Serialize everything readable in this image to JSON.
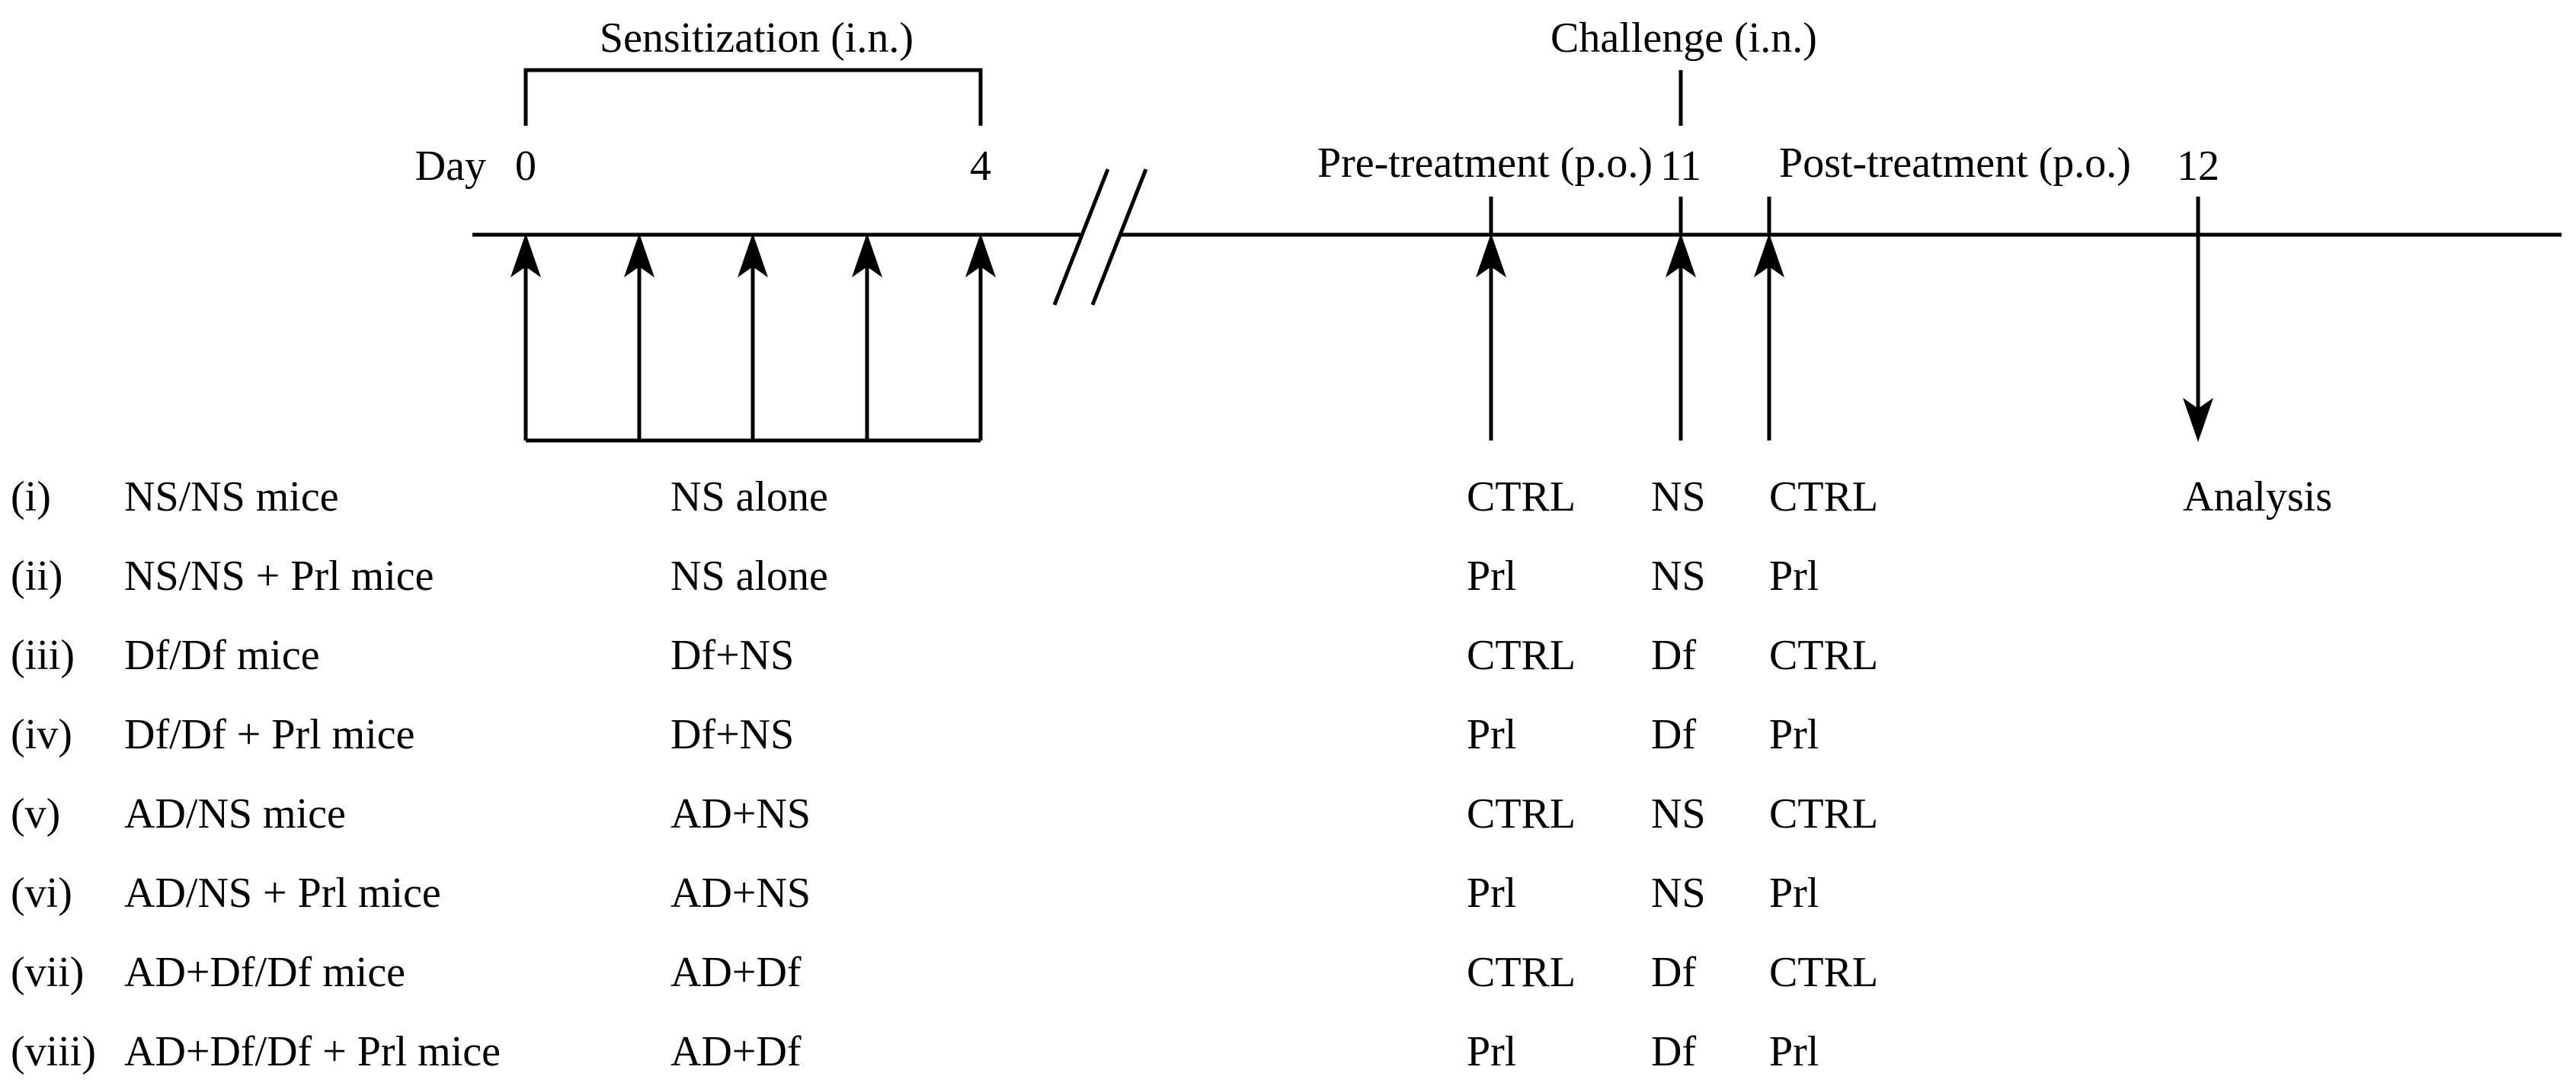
{
  "labels": {
    "sensitization": "Sensitization (i.n.)",
    "challenge": "Challenge (i.n.)",
    "day": "Day",
    "day_0": "0",
    "day_4": "4",
    "day_11": "11",
    "day_12": "12",
    "pretreatment": "Pre-treatment (p.o.)",
    "posttreatment": "Post-treatment (p.o.)",
    "analysis": "Analysis"
  },
  "groups": [
    {
      "id": "(i)",
      "name": "NS/NS mice",
      "sensitization": "NS alone",
      "pre": "CTRL",
      "challenge": "NS",
      "post": "CTRL"
    },
    {
      "id": "(ii)",
      "name": "NS/NS + Prl mice",
      "sensitization": "NS alone",
      "pre": "Prl",
      "challenge": "NS",
      "post": "Prl"
    },
    {
      "id": "(iii)",
      "name": "Df/Df mice",
      "sensitization": "Df+NS",
      "pre": "CTRL",
      "challenge": "Df",
      "post": "CTRL"
    },
    {
      "id": "(iv)",
      "name": "Df/Df + Prl mice",
      "sensitization": "Df+NS",
      "pre": "Prl",
      "challenge": "Df",
      "post": "Prl"
    },
    {
      "id": "(v)",
      "name": "AD/NS mice",
      "sensitization": "AD+NS",
      "pre": "CTRL",
      "challenge": "NS",
      "post": "CTRL"
    },
    {
      "id": "(vi)",
      "name": "AD/NS + Prl mice",
      "sensitization": "AD+NS",
      "pre": "Prl",
      "challenge": "NS",
      "post": "Prl"
    },
    {
      "id": "(vii)",
      "name": "AD+Df/Df mice",
      "sensitization": "AD+Df",
      "pre": "CTRL",
      "challenge": "Df",
      "post": "CTRL"
    },
    {
      "id": "(viii)",
      "name": "AD+Df/Df + Prl mice",
      "sensitization": "AD+Df",
      "pre": "Prl",
      "challenge": "Df",
      "post": "Prl"
    }
  ]
}
